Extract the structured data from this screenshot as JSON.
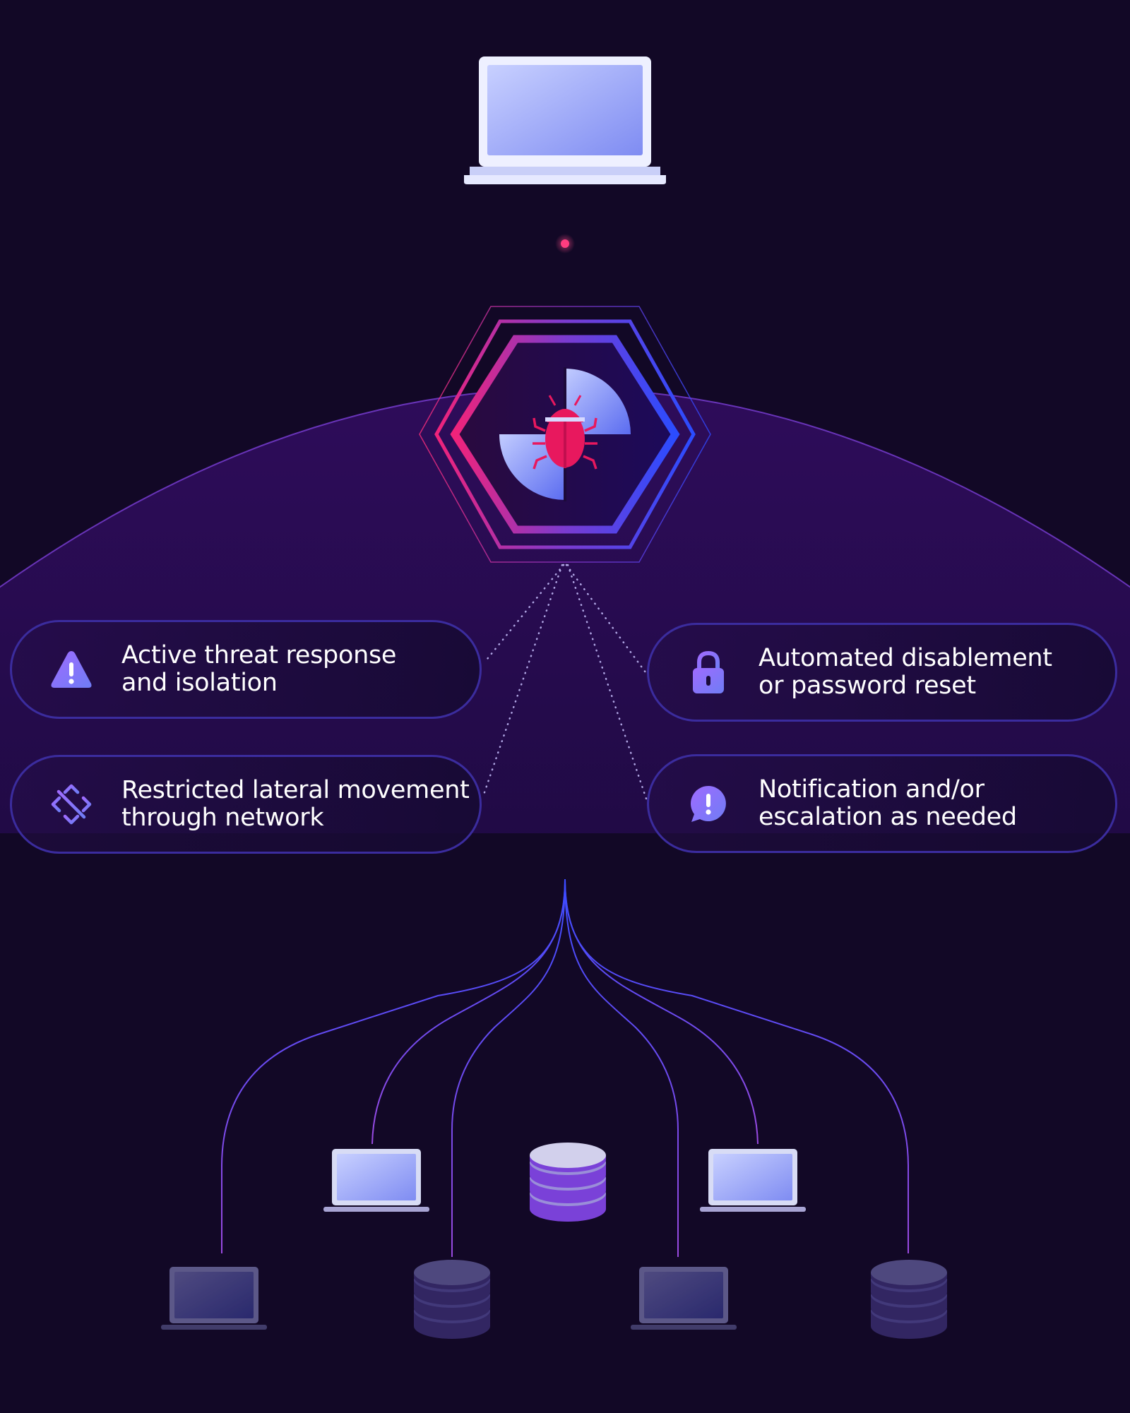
{
  "cards": [
    {
      "icon": "warning-triangle-icon",
      "line1": "Active threat response",
      "line2": "and isolation"
    },
    {
      "icon": "lock-icon",
      "line1": "Automated disablement",
      "line2": "or password reset"
    },
    {
      "icon": "four-way-arrows-icon",
      "line1": "Restricted lateral movement",
      "line2": "through network"
    },
    {
      "icon": "alert-chat-bubble-icon",
      "line1": "Notification and/or",
      "line2": "escalation as needed"
    }
  ],
  "colors": {
    "background": "#120826",
    "dome": "#2a0b52",
    "accent_pink": "#ff2d7a",
    "accent_blue": "#2e49ff",
    "accent_purple": "#8b5cf6",
    "device_screen": "#a9b4ff",
    "bug": "#e8185e"
  },
  "top_device": "laptop-icon",
  "hub_icon": "bug-icon",
  "endpoints": [
    "laptop-icon",
    "laptop-icon",
    "database-icon",
    "database-icon",
    "laptop-icon",
    "database-icon",
    "laptop-icon",
    "database-icon"
  ]
}
